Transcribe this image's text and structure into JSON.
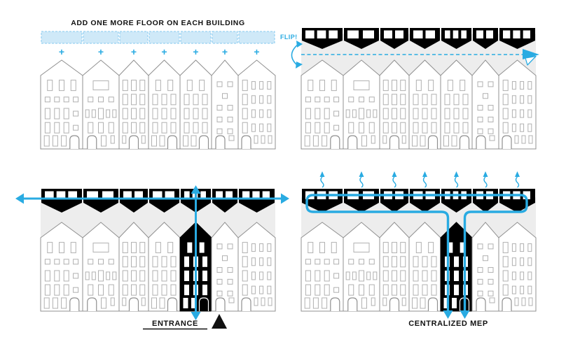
{
  "colors": {
    "blue": "#29ABE2",
    "light_blue_fill": "#CFE9F8",
    "light_blue_border": "#85C9EF",
    "gray_band": "#EDEDED",
    "building_outline": "#909090",
    "window_outline": "#B0B0B0",
    "black": "#000000",
    "text": "#111111"
  },
  "panels": {
    "add_floor": {
      "title": "ADD ONE MORE FLOOR ON EACH BUILDING",
      "plus_symbol": "+"
    },
    "flip": {
      "label": "FLIP!"
    },
    "entrance": {
      "label": "ENTRANCE"
    },
    "mep": {
      "label": "CENTRALIZED MEP"
    }
  },
  "buildings": [
    {
      "w": 60,
      "rows": [
        [
          "t",
          "t",
          "t"
        ],
        [
          "s",
          "s",
          "s",
          "s"
        ],
        [
          "t",
          "t",
          "t",
          "s"
        ],
        [
          "t",
          "t",
          "t",
          "s"
        ]
      ],
      "ground": [
        "t",
        "t",
        "t",
        "a"
      ]
    },
    {
      "w": 52,
      "rows": [
        [
          "W"
        ],
        [
          "s",
          "s",
          "s"
        ],
        [
          "n",
          "n",
          "t",
          "n",
          "n"
        ],
        [
          "t",
          "t",
          "t"
        ]
      ],
      "ground": [
        "a",
        "t",
        "n"
      ]
    },
    {
      "w": 42,
      "rows": [
        [
          "t",
          "t",
          "t"
        ],
        [
          "t",
          "t",
          "t"
        ],
        [
          "t",
          "t",
          "t"
        ],
        [
          "t",
          "t",
          "t"
        ]
      ],
      "ground": [
        "n",
        "a",
        "n"
      ]
    },
    {
      "w": 45,
      "rows": [
        [
          "t",
          "t"
        ],
        [
          "t",
          "t",
          "t"
        ],
        [
          "t",
          "t",
          "t"
        ],
        [
          "t",
          "t",
          "t"
        ]
      ],
      "ground": [
        "t",
        "t",
        "a"
      ]
    },
    {
      "w": 45,
      "rows": [
        [
          "t",
          "t"
        ],
        [
          "t",
          "t",
          "t"
        ],
        [
          "t",
          "t",
          "t"
        ],
        [
          "t",
          "t",
          "t"
        ]
      ],
      "ground": [
        "t",
        "t",
        "a"
      ]
    },
    {
      "w": 38,
      "rows": [
        [
          "s",
          "s"
        ],
        [
          "s"
        ],
        [
          "s",
          "s"
        ],
        [
          "s",
          "s"
        ],
        [
          "s",
          "s"
        ]
      ],
      "ground": [
        "a",
        "s"
      ]
    },
    {
      "w": 53,
      "rows": [
        [
          "t",
          "n",
          "n",
          "n"
        ],
        [
          "t",
          "n",
          "n",
          "n"
        ],
        [
          "t",
          "n",
          "n",
          "n"
        ],
        [
          "t",
          "n",
          "n",
          "n"
        ]
      ],
      "ground": [
        "a",
        "n",
        "n",
        "n"
      ]
    }
  ],
  "flipped_floor_windows": [
    3,
    2,
    2,
    2,
    3,
    2,
    3
  ],
  "highlighted_building_index": 4
}
